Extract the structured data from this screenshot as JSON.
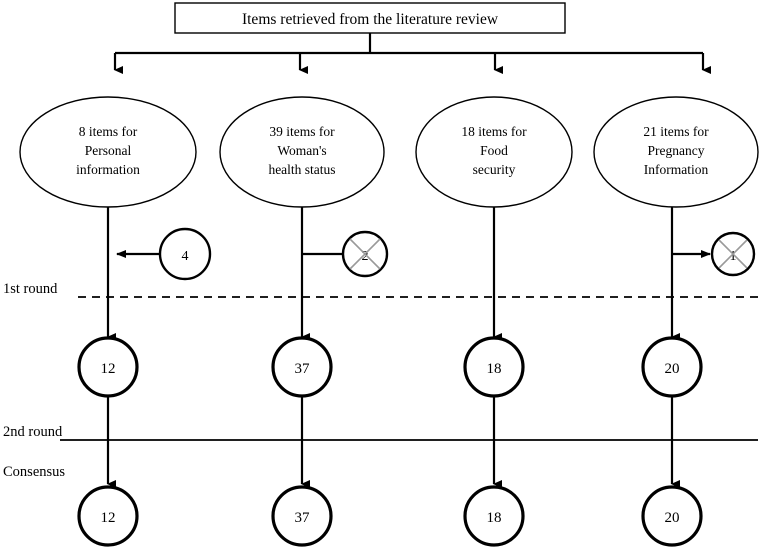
{
  "diagram": {
    "type": "flowchart",
    "title_box": {
      "label": "Items retrieved from the literature review"
    },
    "domains": [
      {
        "id": "personal-information",
        "lines": [
          "8 items for",
          "Personal",
          "information"
        ],
        "initial_count": 8,
        "adjustment": {
          "value": "4",
          "action": "added",
          "crossed_out": false
        },
        "round1_result": "12",
        "consensus_result": "12"
      },
      {
        "id": "womans-health-status",
        "lines": [
          "39 items for",
          "Woman's",
          "health status"
        ],
        "initial_count": 39,
        "adjustment": {
          "value": "2",
          "action": "removed",
          "crossed_out": true
        },
        "round1_result": "37",
        "consensus_result": "37"
      },
      {
        "id": "food-security",
        "lines": [
          "18 items for",
          "Food",
          "security"
        ],
        "initial_count": 18,
        "adjustment": null,
        "round1_result": "18",
        "consensus_result": "18"
      },
      {
        "id": "pregnancy-information",
        "lines": [
          "21 items for",
          "Pregnancy",
          "Information"
        ],
        "initial_count": 21,
        "adjustment": {
          "value": "1",
          "action": "removed",
          "crossed_out": true
        },
        "round1_result": "20",
        "consensus_result": "20"
      }
    ],
    "stage_labels": {
      "round1": "1st round",
      "round2": "2nd round",
      "consensus": "Consensus"
    },
    "colors": {
      "stroke": "#000000",
      "background": "#ffffff",
      "cross_mark": "#9a9a9a"
    }
  }
}
